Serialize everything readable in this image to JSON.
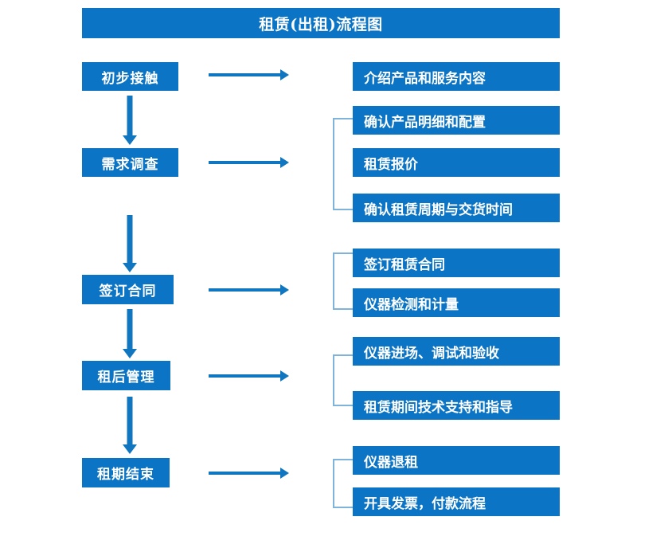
{
  "diagram": {
    "title": "租赁(出租)流程图",
    "colors": {
      "box_blue": "#0b74c4",
      "arrow_blue": "#0f76bf",
      "bracket_blue": "#7fb3d9",
      "text_white": "#ffffff",
      "background": "#ffffff"
    },
    "stages": [
      {
        "id": "stage-1",
        "label": "初步接触"
      },
      {
        "id": "stage-2",
        "label": "需求调查"
      },
      {
        "id": "stage-3",
        "label": "签订合同"
      },
      {
        "id": "stage-4",
        "label": "租后管理"
      },
      {
        "id": "stage-5",
        "label": "租期结束"
      }
    ],
    "details": [
      {
        "id": "detail-1-1",
        "label": "介绍产品和服务内容",
        "stage": "stage-1"
      },
      {
        "id": "detail-2-1",
        "label": "确认产品明细和配置",
        "stage": "stage-2"
      },
      {
        "id": "detail-2-2",
        "label": "租赁报价",
        "stage": "stage-2"
      },
      {
        "id": "detail-2-3",
        "label": "确认租赁周期与交货时间",
        "stage": "stage-2"
      },
      {
        "id": "detail-3-1",
        "label": "签订租赁合同",
        "stage": "stage-3"
      },
      {
        "id": "detail-3-2",
        "label": "仪器检测和计量",
        "stage": "stage-3"
      },
      {
        "id": "detail-4-1",
        "label": "仪器进场、调试和验收",
        "stage": "stage-4"
      },
      {
        "id": "detail-4-2",
        "label": "租赁期间技术支持和指导",
        "stage": "stage-4"
      },
      {
        "id": "detail-5-1",
        "label": "仪器退租",
        "stage": "stage-5"
      },
      {
        "id": "detail-5-2",
        "label": "开具发票，付款流程",
        "stage": "stage-5"
      }
    ],
    "flow_arrows_vertical": [
      {
        "id": "arrow-stage-1-to-2",
        "from": "stage-1",
        "to": "stage-2"
      },
      {
        "id": "arrow-stage-2-to-3",
        "from": "stage-2",
        "to": "stage-3"
      },
      {
        "id": "arrow-stage-3-to-4",
        "from": "stage-3",
        "to": "stage-4"
      },
      {
        "id": "arrow-stage-4-to-5",
        "from": "stage-4",
        "to": "stage-5"
      }
    ],
    "flow_arrows_horizontal": [
      {
        "id": "arrow-stage-1-detail",
        "from": "stage-1"
      },
      {
        "id": "arrow-stage-2-detail",
        "from": "stage-2"
      },
      {
        "id": "arrow-stage-3-detail",
        "from": "stage-3"
      },
      {
        "id": "arrow-stage-4-detail",
        "from": "stage-4"
      },
      {
        "id": "arrow-stage-5-detail",
        "from": "stage-5"
      }
    ],
    "brackets": [
      {
        "id": "bracket-stage-2",
        "groups": [
          "detail-2-1",
          "detail-2-2",
          "detail-2-3"
        ]
      },
      {
        "id": "bracket-stage-3",
        "groups": [
          "detail-3-1",
          "detail-3-2"
        ]
      },
      {
        "id": "bracket-stage-4",
        "groups": [
          "detail-4-1",
          "detail-4-2"
        ]
      },
      {
        "id": "bracket-stage-5",
        "groups": [
          "detail-5-1",
          "detail-5-2"
        ]
      }
    ]
  }
}
